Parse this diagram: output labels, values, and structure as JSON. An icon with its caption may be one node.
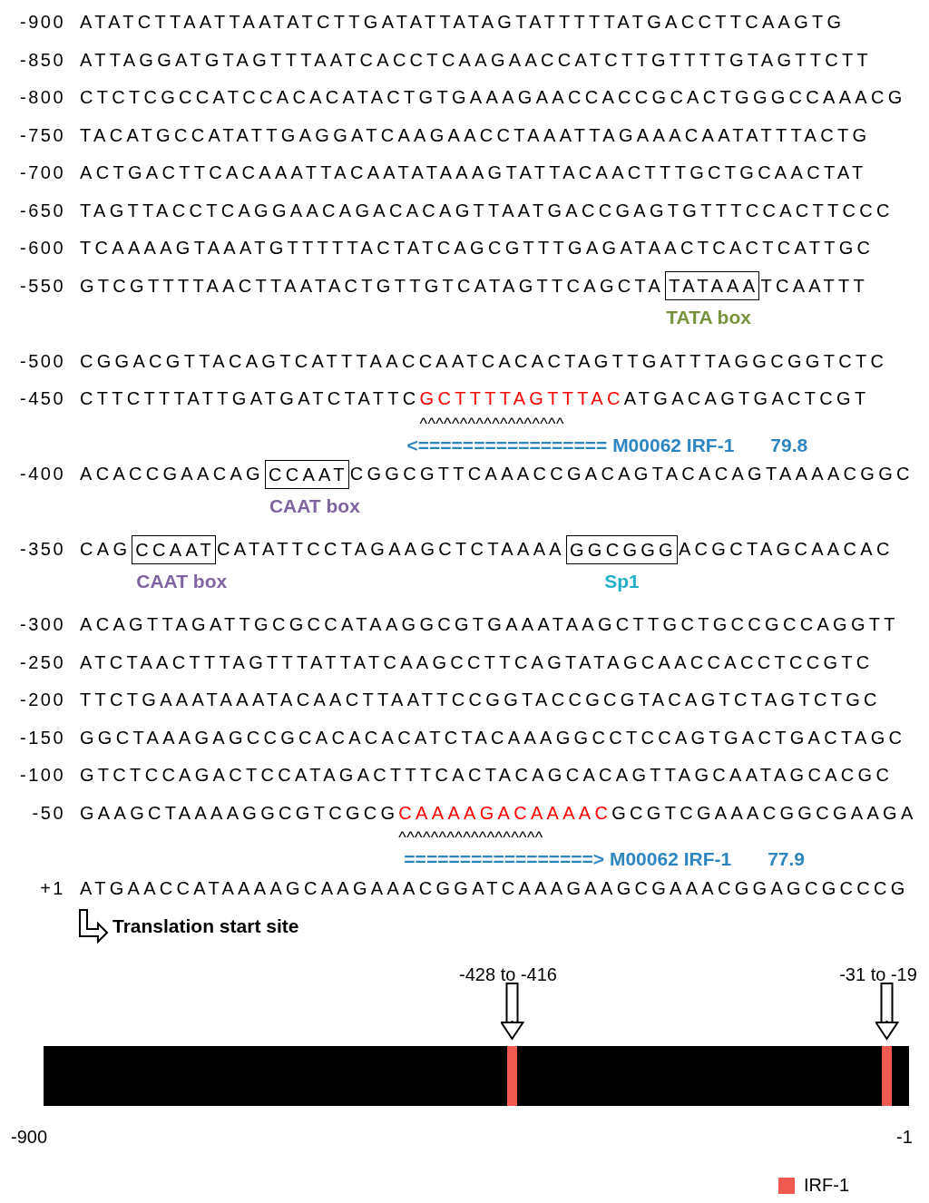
{
  "diagram": {
    "nodes": [
      {
        "text": [
          "TATAAA"
        ],
        "beside": [
          "TATA box"
        ]
      },
      {
        "text": [
          "CCAAT"
        ],
        "beside": [
          "CAAT box"
        ]
      },
      {
        "text": [
          "CCAAT"
        ],
        "beside": [
          "CAAT box"
        ]
      },
      {
        "text": [
          "GGCGGG"
        ],
        "beside": [
          "Sp1"
        ]
      },
      {
        "text": [],
        "shape": "bar"
      },
      {
        "text": [],
        "shape": "bar",
        "in": 4
      },
      {
        "text": [],
        "shape": "bar",
        "in": 4
      },
      {
        "text": [
          "-428 to -416"
        ]
      },
      {
        "text": [
          "-31 to -19"
        ]
      }
    ],
    "edges": [
      {
        "from": 7,
        "to": 5,
        "arrow": "to"
      },
      {
        "from": 8,
        "to": 6,
        "arrow": "to"
      }
    ],
    "labels": [
      "-900",
      "ATATCTTAATTAATATCTTGATATTATAGTATTTTTATGACCTTCAAGTG",
      "-850",
      "ATTAGGATGTAGTTTAATCACCTCAAGAACCATCTTGTTTTGTAGTTCTT",
      "-800",
      "CTCTCGCCATCCACACATACTGTGAAAGAACCACCGCACTGGGCCAAACG",
      "-750",
      "TACATGCCATATTGAGGATCAAGAACCTAAATTAGAAACAATATTTACTG",
      "-700",
      "ACTGACTTCACAAATTACAATATAAAGTATTACAACTTTGCTGCAACTAT",
      "-650",
      "TAGTTACCTCAGGAACAGACACAGTTAATGACCGAGTGTTTCCACTTCCC",
      "-600",
      "TCAAAAGTAAATGTTTTTACTATCAGCGTTTGAGATAACTCACTCATTGC",
      "-550",
      "GTCGTTTTAACTTAATACTGTTGTCATAGTTCAGCTA",
      "TCAATTT",
      "-500",
      "CGGACGTTACAGTCATTTAACCAATCACACTAGTTGATTTAGGCGGTCTC",
      "-450",
      "CTTCTTTATTGATGATCTATTC",
      "GCTTTTAGTTTAC",
      "ATGACAGTGACTCGT",
      "^^^^^^^^^^^^^^^^^^",
      "<================= M00062 IRF-1",
      "79.8",
      "-400",
      "ACACCGAACAG",
      "CGGCGTTCAAACCGACAGTACACAGTAAAACGGC",
      "-350",
      "CAG",
      "CATATTCCTAGAAGCTCTAAAA",
      "ACGCTAGCAACAC",
      "-300",
      "ACAGTTAGATTGCGCCATAAGGCGTGAAATAAGCTTGCTGCCGCCAGGTT",
      "-250",
      "ATCTAACTTTAGTTTATTATCAAGCCTTCAGTATAGCAACCACCTCCGTC",
      "-200",
      "TTCTGAAATAAATACAACTTAATTCCGGTACCGCGTACAGTCTAGTCTGC",
      "-150",
      "GGCTAAAGAGCCGCACACACATCTACAAAGGCCTCCAGTGACTGACTAGC",
      "-100",
      "GTCTCCAGACTCCATAGACTTTCACTACAGCACAGTTAGCAATAGCACGC",
      "-50",
      "GAAGCTAAAAGGCGTCGCG",
      "CAAAAGACAAAAC",
      "GCGTCGAAACGGCGAAGA",
      "^^^^^^^^^^^^^^^^^^",
      "=================> M00062 IRF-1",
      "77.9",
      "+1",
      "ATGAACCATAAAAGCAAGAAACGGATCAAAGAAGCGAAACGGAGCGCCCG",
      "Translation start site",
      "-900",
      "-1"
    ],
    "legend": [
      {
        "text": "IRF-1",
        "color": "#f15a50"
      }
    ]
  }
}
